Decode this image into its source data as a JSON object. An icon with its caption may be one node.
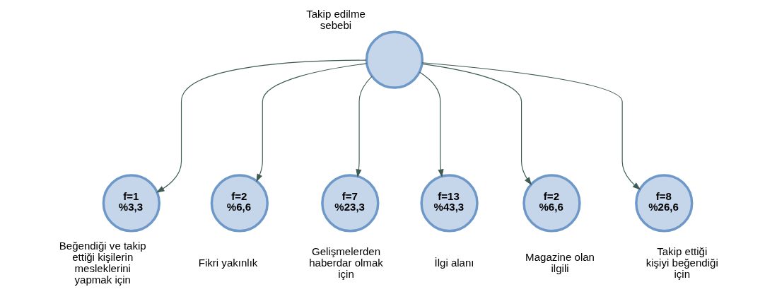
{
  "diagram": {
    "nodes": [
      {
        "text": [
          "Takip edilme sebebi"
        ]
      },
      {
        "text": [
          "f=1",
          "%3,3"
        ],
        "beside": [
          "Beğendiği ve takip ettiği kişilerin mesleklerini yapmak için"
        ]
      },
      {
        "text": [
          "f=2",
          "%6,6"
        ],
        "beside": [
          "Fikri yakınlık"
        ]
      },
      {
        "text": [
          "f=7",
          "%23,3"
        ],
        "beside": [
          "Gelişmelerden haberdar olmak için"
        ]
      },
      {
        "text": [
          "f=13",
          "%43,3"
        ],
        "beside": [
          "İlgi alanı"
        ]
      },
      {
        "text": [
          "f=2",
          "%6,6"
        ],
        "beside": [
          "Magazine olan ilgili"
        ]
      },
      {
        "text": [
          "f=8",
          "%26,6"
        ],
        "beside": [
          "Takip ettiği kişiyi beğendiği için"
        ]
      }
    ],
    "edges": [
      {
        "from": 0,
        "to": 1,
        "arrow": "to"
      },
      {
        "from": 0,
        "to": 2,
        "arrow": "to"
      },
      {
        "from": 0,
        "to": 3,
        "arrow": "to"
      },
      {
        "from": 0,
        "to": 4,
        "arrow": "to"
      },
      {
        "from": 0,
        "to": 5,
        "arrow": "to"
      },
      {
        "from": 0,
        "to": 6,
        "arrow": "to"
      }
    ]
  }
}
